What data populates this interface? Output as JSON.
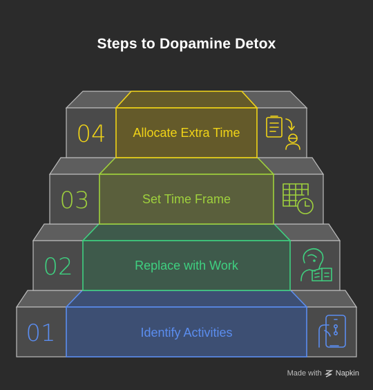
{
  "title": "Steps to Dopamine Detox",
  "steps": [
    {
      "number": "01",
      "label": "Identify Activities",
      "icon": "phone-hand-icon",
      "color": "#5b8def",
      "fill": "#3d4f73"
    },
    {
      "number": "02",
      "label": "Replace with Work",
      "icon": "person-reading-icon",
      "color": "#3fd080",
      "fill": "#3e5a4b"
    },
    {
      "number": "03",
      "label": "Set Time Frame",
      "icon": "calendar-clock-icon",
      "color": "#9fd13d",
      "fill": "#5a5f3c"
    },
    {
      "number": "04",
      "label": "Allocate Extra Time",
      "icon": "checklist-person-icon",
      "color": "#f1d417",
      "fill": "#645a2a"
    }
  ],
  "footer": {
    "made_with": "Made with",
    "brand": "Napkin"
  }
}
